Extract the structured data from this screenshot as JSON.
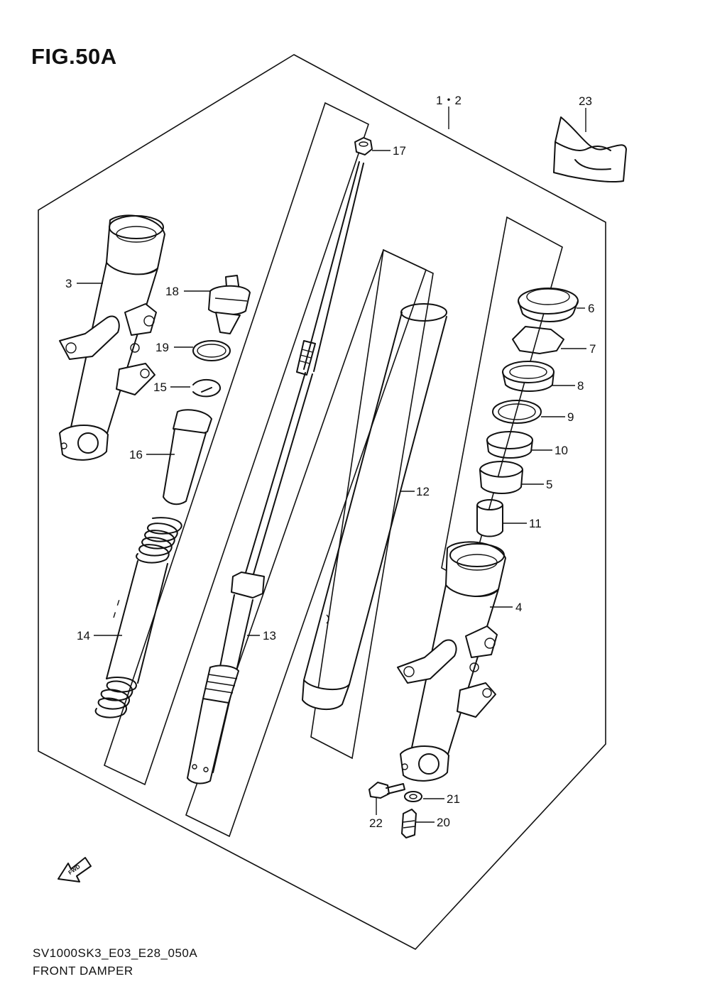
{
  "figure": {
    "title": "FIG.50A",
    "code": "SV1000SK3_E03_E28_050A",
    "name": "FRONT DAMPER",
    "fwd_label": "FWD"
  },
  "parts": {
    "p1_2": "1・2",
    "p3": "3",
    "p4": "4",
    "p5": "5",
    "p6": "6",
    "p7": "7",
    "p8": "8",
    "p9": "9",
    "p10": "10",
    "p11": "11",
    "p12": "12",
    "p13": "13",
    "p14": "14",
    "p15": "15",
    "p16": "16",
    "p17": "17",
    "p18": "18",
    "p19": "19",
    "p20": "20",
    "p21": "21",
    "p22": "22",
    "p23": "23"
  }
}
